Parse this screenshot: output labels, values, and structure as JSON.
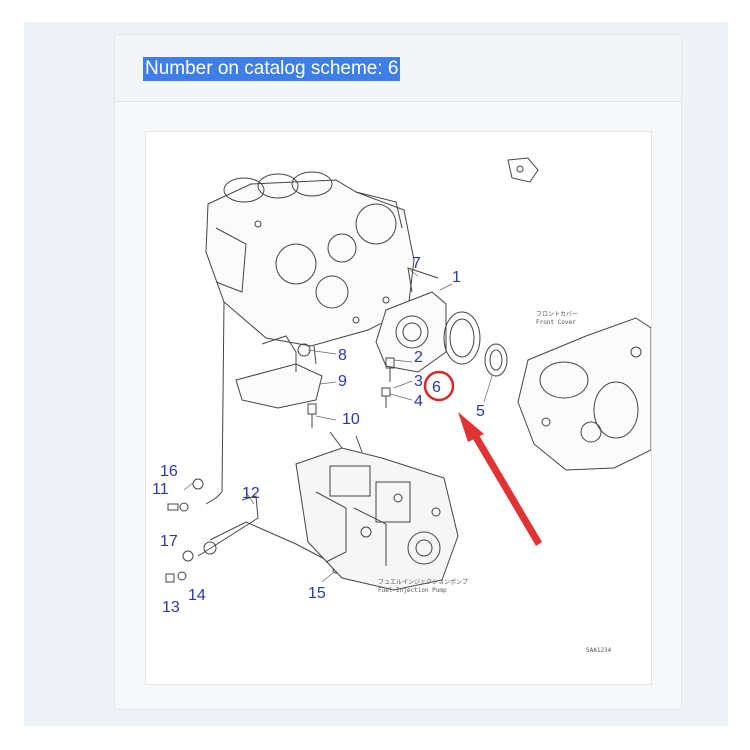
{
  "header": {
    "title": "Number on catalog scheme: 6"
  },
  "diagram": {
    "callouts": [
      "1",
      "2",
      "3",
      "4",
      "5",
      "6",
      "7",
      "8",
      "9",
      "10",
      "11",
      "12",
      "13",
      "14",
      "15",
      "16",
      "17"
    ],
    "highlighted_callout": "6",
    "annotations": {
      "front_cover_jp": "フロントカバー",
      "front_cover_en": "Front Cover",
      "pump_jp": "フュエルインジェクションポンプ",
      "pump_en": "Fuel Injection Pump",
      "drawing_code": "SAA1234"
    }
  }
}
